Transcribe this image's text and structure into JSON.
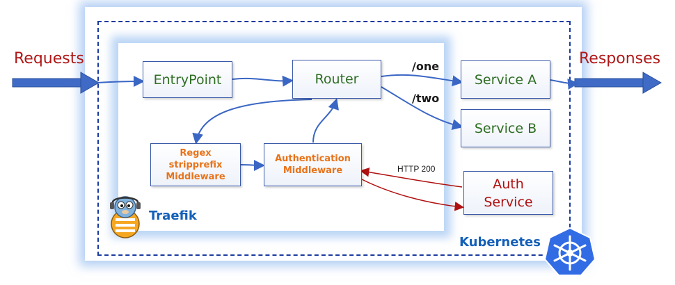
{
  "side": {
    "requests": "Requests",
    "responses": "Responses"
  },
  "routes": {
    "one": "/one",
    "two": "/two",
    "http_status": "HTTP 200"
  },
  "nodes": {
    "entrypoint": "EntryPoint",
    "router": "Router",
    "service_a": "Service A",
    "service_b": "Service B",
    "regex": [
      "Regex",
      "stripprefix",
      "Middleware"
    ],
    "auth_mw": [
      "Authentication",
      "Middleware"
    ],
    "auth_service": [
      "Auth",
      "Service"
    ]
  },
  "containers": {
    "traefik": "Traefik",
    "kubernetes": "Kubernetes"
  },
  "colors": {
    "flow_arrow": "#3a66c4",
    "auth_arrow": "#b01010",
    "node_text_green": "#2f6e24",
    "node_text_orange": "#e8731a",
    "side_text": "#b01818",
    "container_label": "#1460b8",
    "k8s_logo": "#326ce5"
  },
  "icons": {
    "traefik_logo": "traefik-gopher-icon",
    "kubernetes_logo": "kubernetes-helm-icon"
  }
}
